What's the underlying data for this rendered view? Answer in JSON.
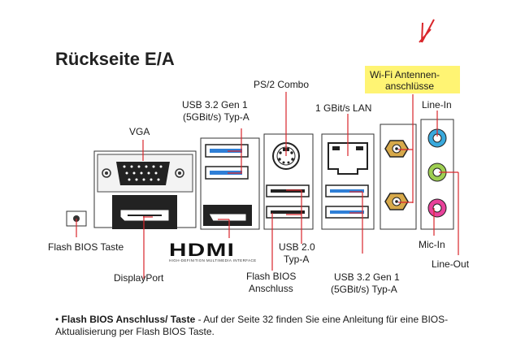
{
  "title": "Rückseite E/A",
  "labels": {
    "vga": "VGA",
    "usb32_left_1": "USB 3.2 Gen 1",
    "usb32_left_2": "(5GBit/s) Typ-A",
    "ps2": "PS/2 Combo",
    "lan": "1 GBit/s LAN",
    "wifi_1": "Wi-Fi Antennen-",
    "wifi_2": "anschlüsse",
    "line_in": "Line-In",
    "flash_bios_button": "Flash BIOS Taste",
    "displayport": "DisplayPort",
    "usb20_1": "USB 2.0",
    "usb20_2": "Typ-A",
    "flash_bios_port_1": "Flash BIOS",
    "flash_bios_port_2": "Anschluss",
    "usb32_right_1": "USB 3.2 Gen 1",
    "usb32_right_2": "(5GBit/s) Typ-A",
    "mic_in": "Mic-In",
    "line_out": "Line-Out"
  },
  "logo": {
    "hdmi_wordmark": "HDMI",
    "hdmi_tagline": "HIGH-DEFINITION MULTIMEDIA INTERFACE"
  },
  "note": {
    "bullet": "•",
    "bold": "Flash BIOS Anschluss/ Taste",
    "text": " - Auf der Seite 32 finden Sie eine Anleitung für eine BIOS-Aktualisierung per Flash BIOS Taste."
  },
  "colors": {
    "accent_line": "#d9262b",
    "usb3_blue": "#2f7fd6",
    "line_in_blue": "#39a9dc",
    "line_out_green": "#9ecf52",
    "mic_pink": "#e8419a",
    "antenna_gold": "#d7a94a",
    "highlight": "#fff36b"
  }
}
